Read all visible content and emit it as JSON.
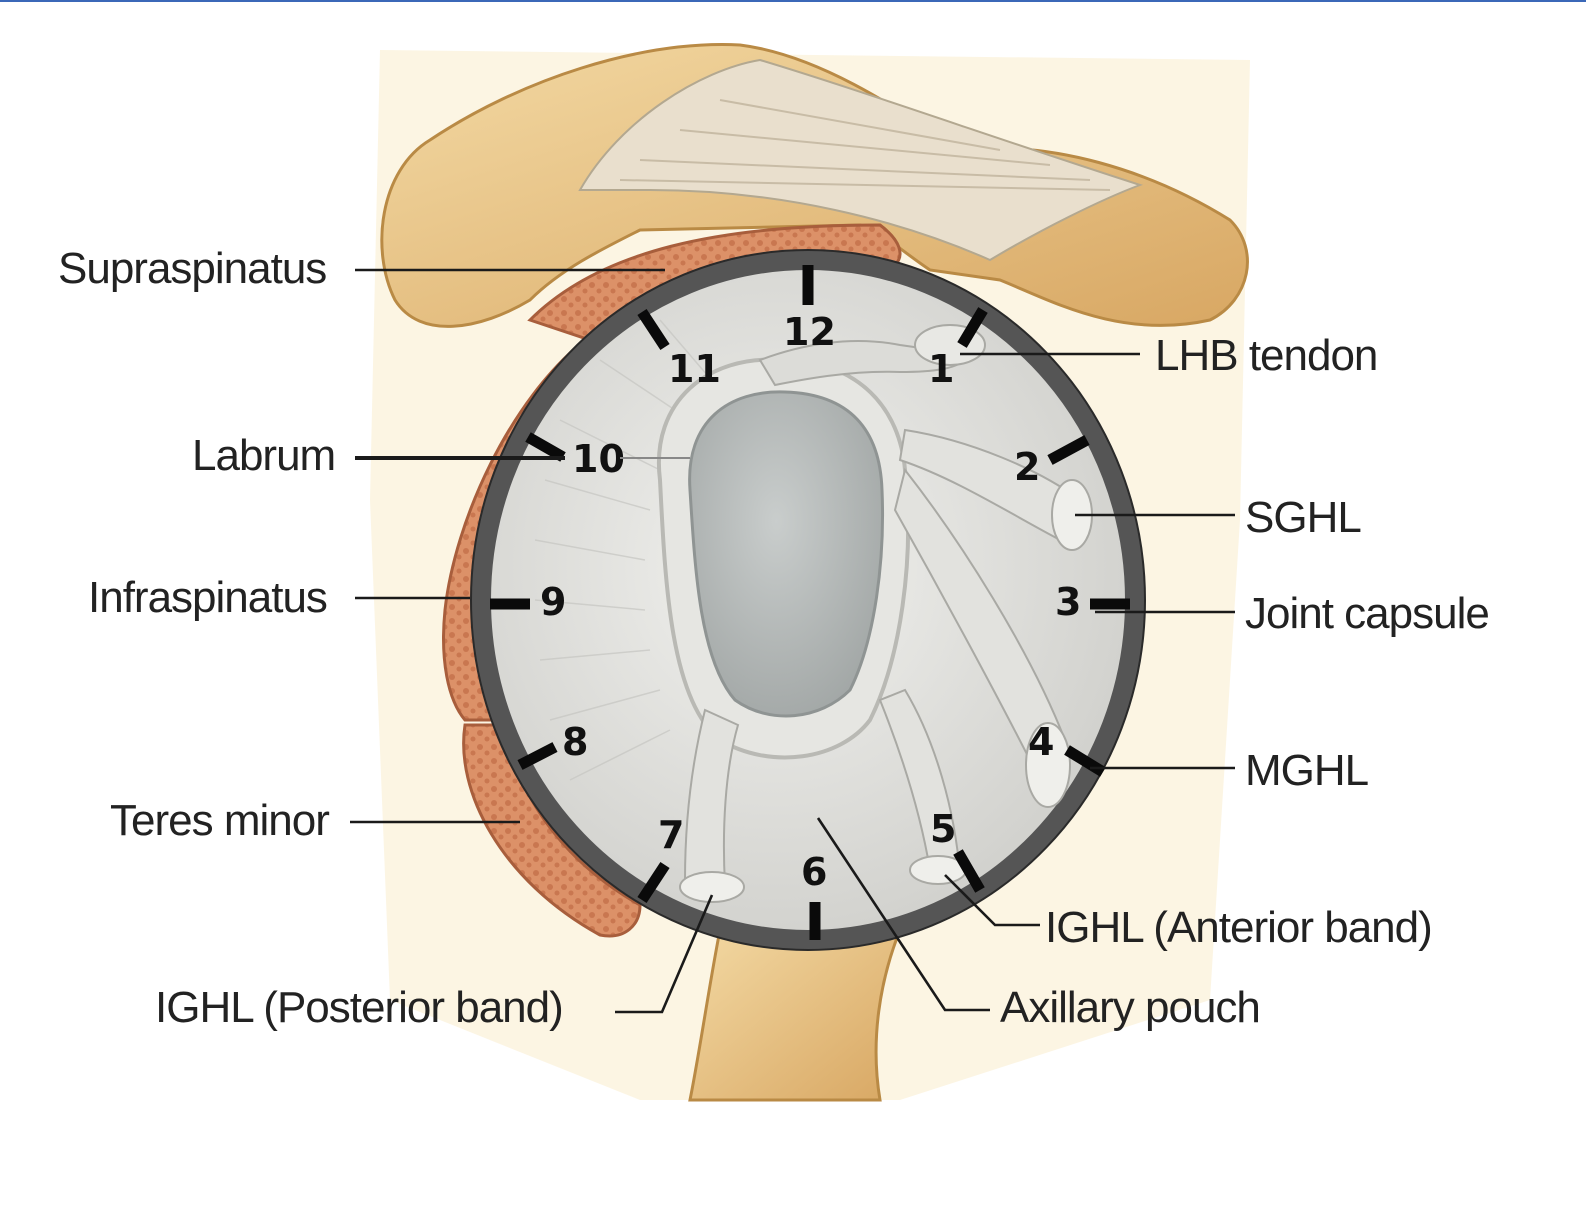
{
  "labels": {
    "supraspinatus": "Supraspinatus",
    "labrum": "Labrum",
    "infraspinatus": "Infraspinatus",
    "teres_minor": "Teres minor",
    "ighl_posterior": "IGHL (Posterior band)",
    "lhb_tendon": "LHB tendon",
    "sghl": "SGHL",
    "joint_capsule": "Joint capsule",
    "mghl": "MGHL",
    "ighl_anterior": "IGHL (Anterior band)",
    "axillary_pouch": "Axillary pouch"
  },
  "clock_positions": [
    "12",
    "1",
    "2",
    "3",
    "4",
    "5",
    "6",
    "7",
    "8",
    "9",
    "10",
    "11"
  ],
  "colors": {
    "bone": "#e8c58a",
    "bone_shadow": "#c9964f",
    "muscle": "#d98c63",
    "capsule_ring": "#5a5a5a",
    "glenoid_bg": "#dcdcd8",
    "cartilage": "#b9bcbb",
    "accent_line": "#3b68b8"
  }
}
